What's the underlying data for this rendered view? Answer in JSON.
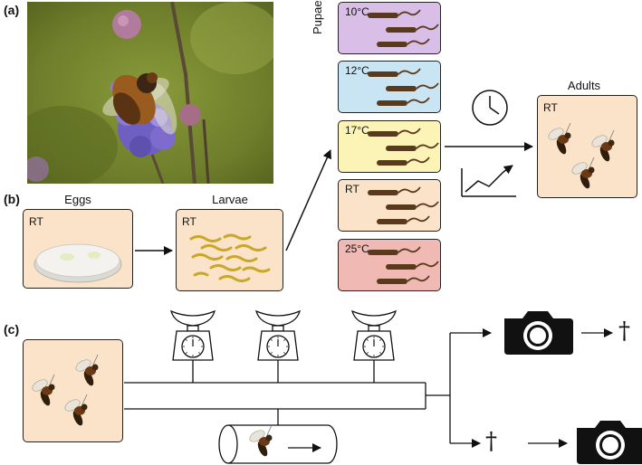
{
  "panels": {
    "a": "(a)",
    "b": "(b)",
    "c": "(c)"
  },
  "stages": {
    "eggs": "Eggs",
    "larvae": "Larvae",
    "pupae": "Pupae",
    "adults": "Adults"
  },
  "rt": "RT",
  "temperatures": [
    {
      "label": "10°C",
      "color": "#d9bfe8"
    },
    {
      "label": "12°C",
      "color": "#c9e4f3"
    },
    {
      "label": "17°C",
      "color": "#fbf4b6"
    },
    {
      "label": "RT",
      "color": "#fbe3c9"
    },
    {
      "label": "25°C",
      "color": "#f1b9b4"
    }
  ],
  "dagger": "†",
  "icons": [
    "clock-icon",
    "growth-chart-icon",
    "scale-icon",
    "camera-icon",
    "fly-icon",
    "tube-icon",
    "petri-dish-icon",
    "larva-icon",
    "pupa-icon"
  ]
}
